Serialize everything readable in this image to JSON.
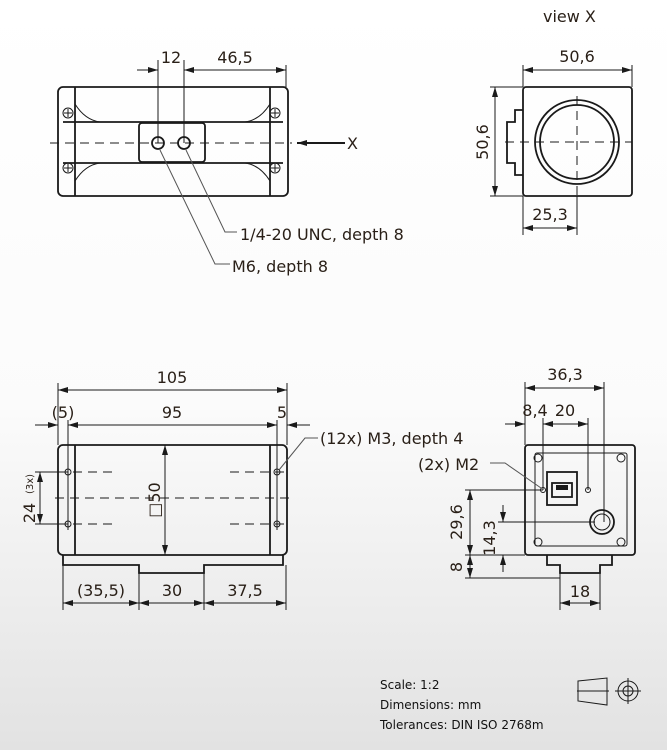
{
  "views": {
    "top": {
      "dims": {
        "hole_spacing": "12",
        "hole_offset": "46,5"
      },
      "callouts": {
        "unc": "1/4-20 UNC, depth 8",
        "m6": "M6, depth 8"
      },
      "arrow_label": "X"
    },
    "view_x": {
      "title": "view X",
      "dims": {
        "width": "50,6",
        "height": "50,6",
        "half": "25,3"
      }
    },
    "side": {
      "dims": {
        "overall": "105",
        "left_ref": "(5)",
        "center": "95",
        "right": "5",
        "height": "□50",
        "spacing": "24",
        "spacing_count": "(3x)",
        "foot_left": "(35,5)",
        "foot_mid": "30",
        "foot_right": "37,5"
      },
      "callouts": {
        "m3": "(12x) M3, depth 4"
      }
    },
    "rear": {
      "dims": {
        "overall": "36,3",
        "left": "8,4",
        "spacing": "20",
        "height1": "29,6",
        "height2": "14,3",
        "foot": "8",
        "foot_width": "18"
      },
      "callouts": {
        "m2": "(2x) M2"
      }
    }
  },
  "footer": {
    "scale": "Scale: 1:2",
    "dimensions": "Dimensions: mm",
    "tolerances": "Tolerances: DIN ISO 2768m"
  },
  "icons": [
    "projection-cone-icon",
    "projection-target-icon"
  ]
}
